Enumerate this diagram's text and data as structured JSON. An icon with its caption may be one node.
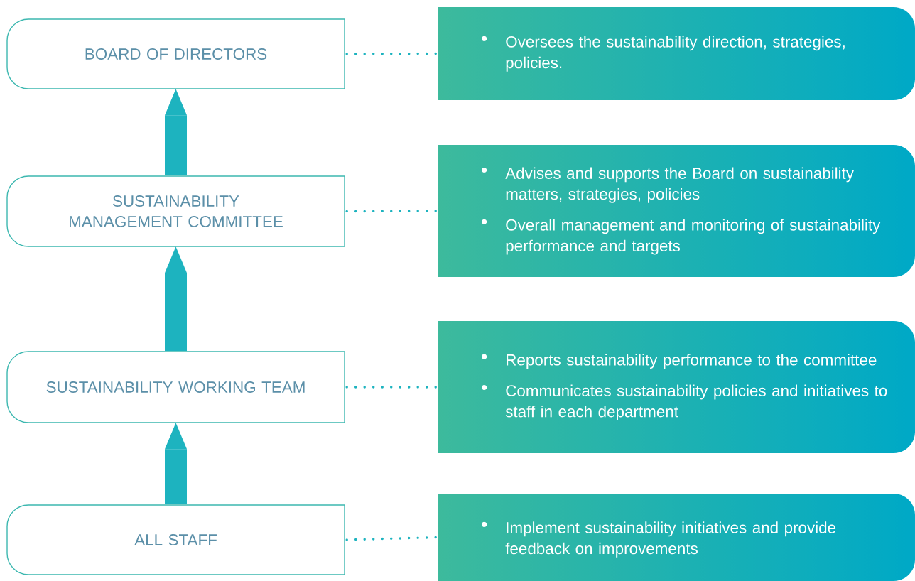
{
  "diagram": {
    "nodes": [
      {
        "text": [
          "BOARD OF DIRECTORS"
        ]
      },
      {
        "text": [
          "SUSTAINABILITY MANAGEMENT COMMITTEE"
        ]
      },
      {
        "text": [
          "SUSTAINABILITY WORKING TEAM"
        ]
      },
      {
        "text": [
          "ALL STAFF"
        ]
      },
      {
        "text": [
          "Oversees the sustainability direction, strategies, policies."
        ]
      },
      {
        "text": [
          "Advises and supports the Board on sustainability matters, strategies, policies",
          "Overall management and monitoring of sustainability performance and targets"
        ]
      },
      {
        "text": [
          "Reports sustainability performance to the committee",
          "Communicates sustainability policies and initiatives to staff in each department"
        ]
      },
      {
        "text": [
          "Implement sustainability initiatives and provide feedback on improvements"
        ]
      }
    ],
    "edges": [
      {
        "from": 1,
        "to": 0,
        "arrow": "to",
        "style": "thick"
      },
      {
        "from": 2,
        "to": 1,
        "arrow": "to",
        "style": "thick"
      },
      {
        "from": 3,
        "to": 2,
        "arrow": "to",
        "style": "thick"
      },
      {
        "from": 0,
        "to": 4,
        "arrow": "none",
        "style": "dashed"
      },
      {
        "from": 1,
        "to": 5,
        "arrow": "none",
        "style": "dashed"
      },
      {
        "from": 2,
        "to": 6,
        "arrow": "none",
        "style": "dashed"
      },
      {
        "from": 3,
        "to": 7,
        "arrow": "none",
        "style": "dashed"
      }
    ]
  }
}
